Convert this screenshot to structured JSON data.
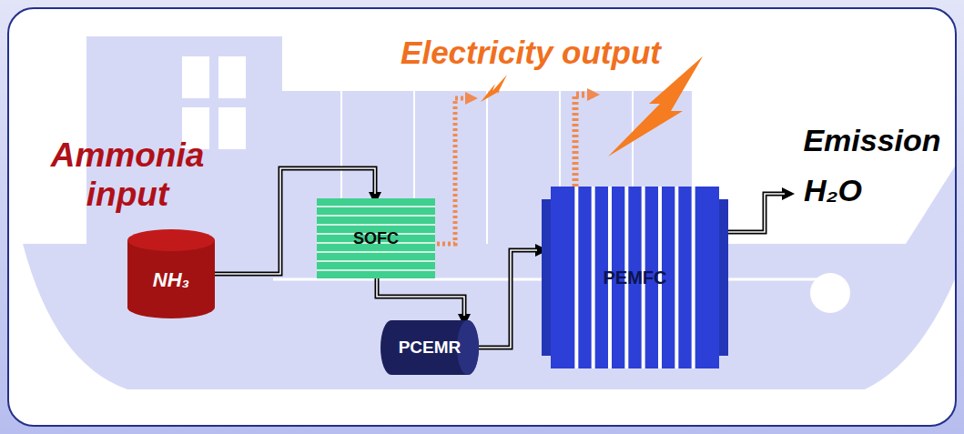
{
  "diagram": {
    "nodes": [
      {
        "text": [
          "NH₃"
        ]
      },
      {
        "text": [
          "SOFC"
        ]
      },
      {
        "text": [
          "PCEMR"
        ]
      },
      {
        "text": [
          "PEMFC"
        ]
      }
    ],
    "edges": [
      {
        "from": 0,
        "to": 1,
        "arrow": "to"
      },
      {
        "from": 1,
        "to": 2,
        "arrow": "to"
      },
      {
        "from": 2,
        "to": 3,
        "arrow": "to"
      }
    ],
    "labels": [
      "Ammonia input",
      "Electricity output",
      "Emission",
      "H₂O"
    ]
  }
}
